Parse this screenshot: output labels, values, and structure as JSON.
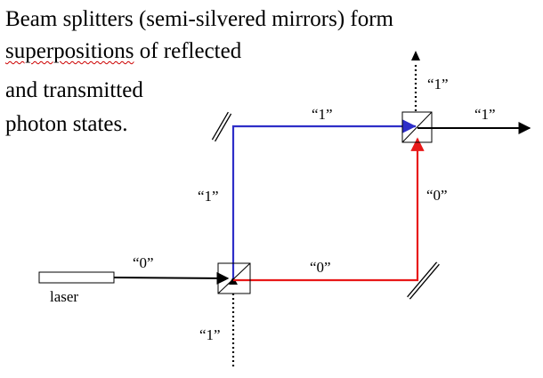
{
  "heading": {
    "line1": "Beam splitters (semi-silvered mirrors) form",
    "line2_word": "superpositions",
    "line2_rest": " of reflected",
    "line3": "and transmitted",
    "line4": "photon states."
  },
  "diagram": {
    "laser_label": "laser",
    "labels": {
      "laser_beam": "“0”",
      "input_bottom": "“1”",
      "left_arm": "“1”",
      "bottom_arm": "“0”",
      "top_arm": "“1”",
      "right_arm": "“0”",
      "output_top": "“1”",
      "output_right": "“1”"
    },
    "colors": {
      "path_one": "#2e2ec8",
      "path_zero": "#e81818",
      "beam": "#000000"
    }
  }
}
